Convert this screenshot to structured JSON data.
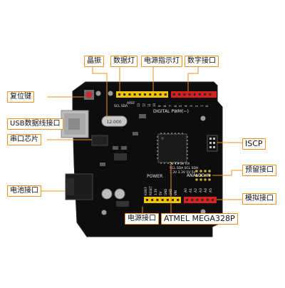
{
  "labels": {
    "crystal": "晶振",
    "data_led": "数据灯",
    "power_led": "电源指示灯",
    "digital_port": "数字接口",
    "reset_key": "复位键",
    "usb_port": "USB数据线接口",
    "serial_chip": "串口芯片",
    "iscp": "ISCP",
    "reserved_port": "预留接口",
    "battery_port": "电池接口",
    "analog_port": "模拟接口",
    "power_port": "电源接口",
    "mcu": "ATMEL MEGA328P"
  },
  "board_text": {
    "digital": "DIGITAL PWM(~)",
    "crystal_marking": "12.000",
    "scl_sda": "SCL SDA",
    "aref": "AREF",
    "power": "POWER",
    "analog_in": "ANALOG IN",
    "reserved_rows": [
      "5V TX SV RX",
      "SCL SDA SCL SDA",
      "3.3V 3.3V 5V 5V"
    ],
    "power_pins": [
      "IOREF",
      "RESET",
      "3.3V",
      "5V",
      "GND",
      "GND",
      "VIN"
    ],
    "analog_pins": [
      "A0",
      "A1",
      "A2",
      "A3",
      "A4",
      "A5"
    ],
    "tx_rx": [
      "TX",
      "RX"
    ],
    "digital_numbers": [
      "13",
      "12",
      "11",
      "10",
      "9",
      "8",
      "7",
      "6",
      "5",
      "4",
      "3",
      "2",
      "1",
      "0"
    ]
  },
  "colors": {
    "board": "#0d0d0d",
    "header_yellow": "#f2c200",
    "header_red": "#d82020",
    "leader": "#e8931c",
    "silkscreen": "#e8e8e8",
    "metal": "#c8c8c8",
    "reset_button": "#d02828"
  }
}
